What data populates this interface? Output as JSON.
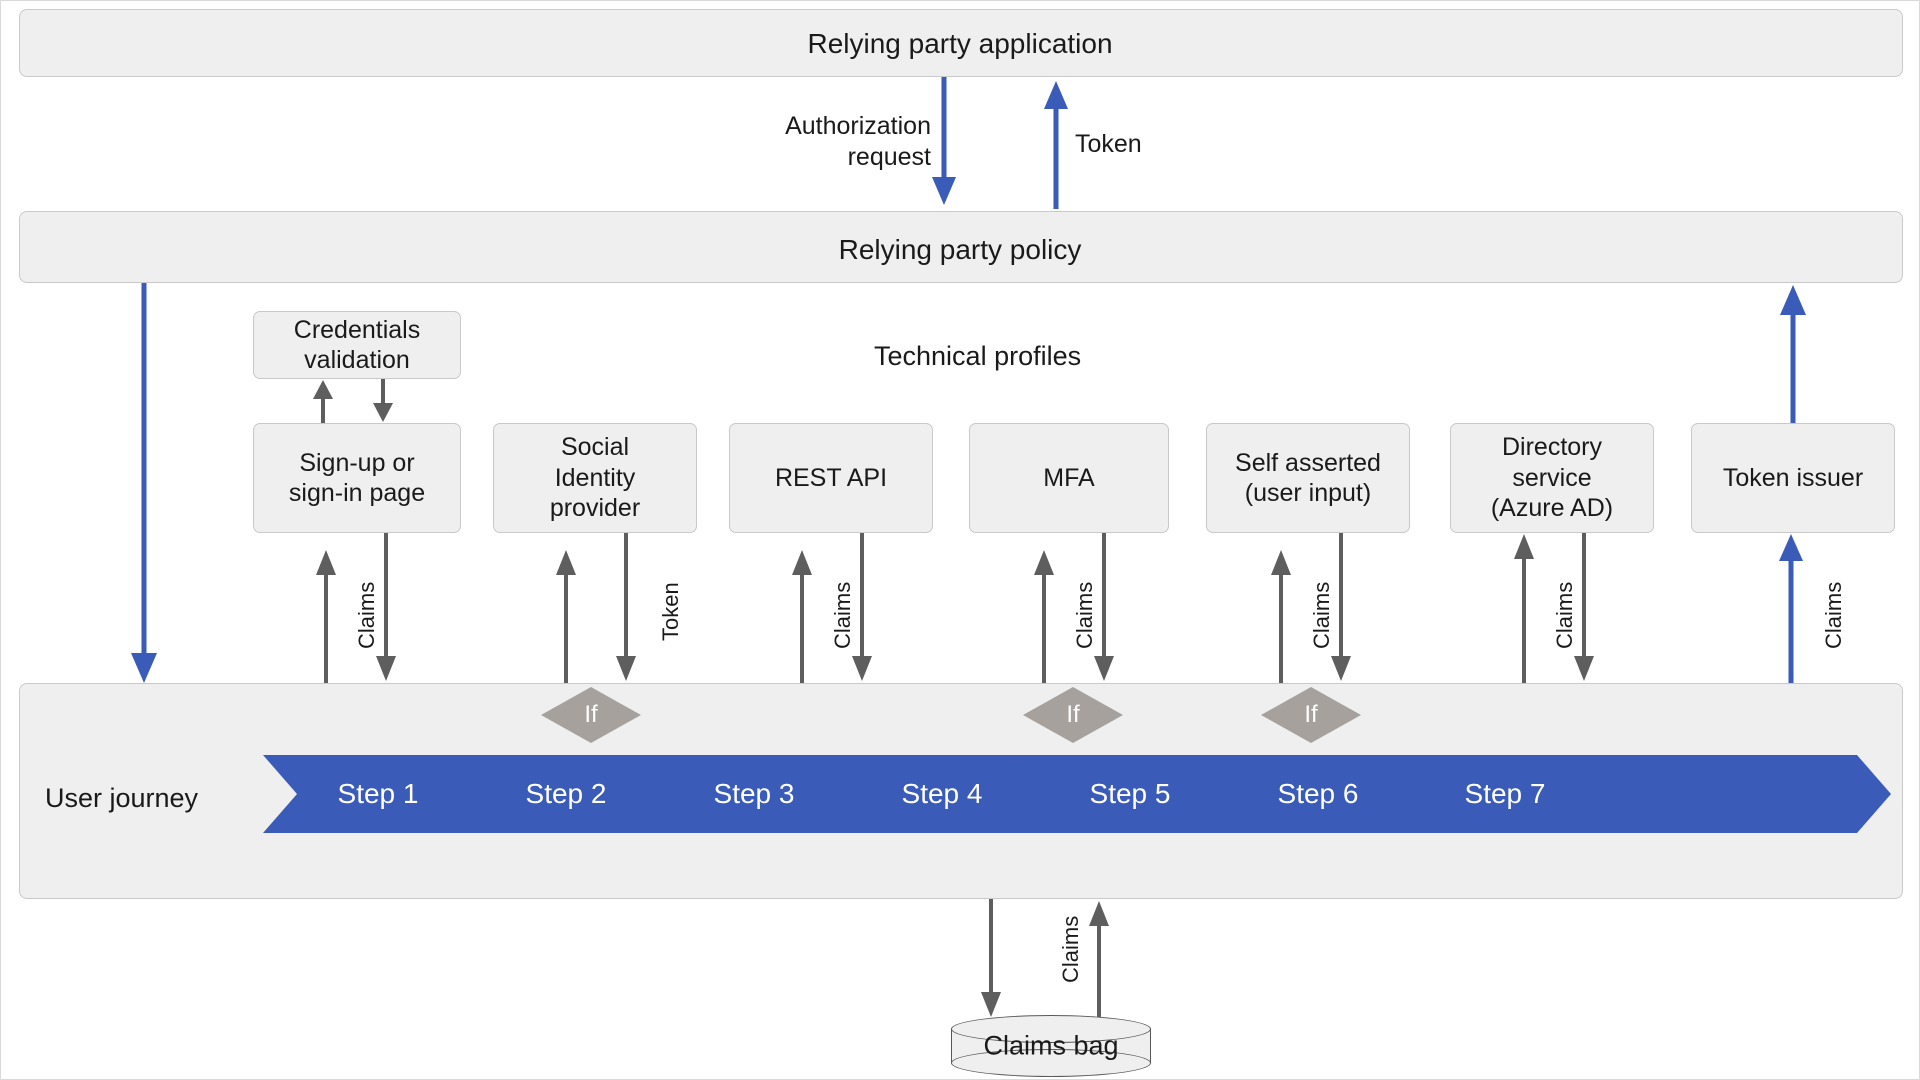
{
  "diagram": {
    "title_bands": {
      "relying_party_application": "Relying party application",
      "relying_party_policy": "Relying party policy",
      "user_journey": "User journey"
    },
    "section_titles": {
      "technical_profiles": "Technical profiles"
    },
    "top_flow_labels": {
      "authorization_request_line1": "Authorization",
      "authorization_request_line2": "request",
      "token": "Token"
    },
    "technical_profiles": [
      {
        "id": "credentials-validation",
        "lines": [
          "Credentials",
          "validation"
        ]
      },
      {
        "id": "sign-up-or-sign-in-page",
        "lines": [
          "Sign-up or",
          "sign-in page"
        ]
      },
      {
        "id": "social-identity-provider",
        "lines": [
          "Social",
          "Identity",
          "provider"
        ]
      },
      {
        "id": "rest-api",
        "lines": [
          "REST API"
        ]
      },
      {
        "id": "mfa",
        "lines": [
          "MFA"
        ]
      },
      {
        "id": "self-asserted",
        "lines": [
          "Self asserted",
          "(user input)"
        ]
      },
      {
        "id": "directory-service",
        "lines": [
          "Directory",
          "service",
          "(Azure AD)"
        ]
      },
      {
        "id": "token-issuer",
        "lines": [
          "Token issuer"
        ]
      }
    ],
    "edge_labels": {
      "sign_in_claims": "Claims",
      "social_token": "Token",
      "rest_api_claims": "Claims",
      "mfa_claims": "Claims",
      "self_asserted_claims": "Claims",
      "directory_claims": "Claims",
      "token_issuer_claims": "Claims",
      "claims_bag_claims": "Claims"
    },
    "conditions": [
      {
        "id": "if-step2",
        "label": "If"
      },
      {
        "id": "if-step4",
        "label": "If"
      },
      {
        "id": "if-step5",
        "label": "If"
      }
    ],
    "journey_steps": [
      "Step 1",
      "Step 2",
      "Step 3",
      "Step 4",
      "Step 5",
      "Step 6",
      "Step 7"
    ],
    "claims_bag": {
      "label": "Claims bag"
    },
    "colors": {
      "accent_blue": "#3a5bb8",
      "band_fill": "#efefef",
      "band_stroke": "#c9c9c9",
      "gray_arrow": "#5e5e5e",
      "condition_fill": "#a6a19d",
      "text": "#1a1a1a"
    }
  }
}
